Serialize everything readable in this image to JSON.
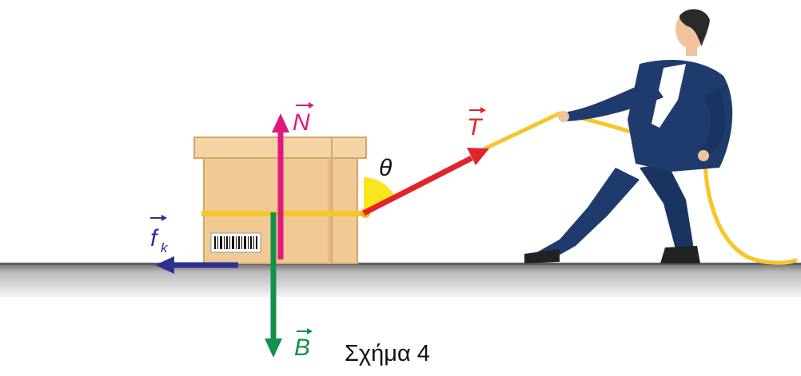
{
  "figure": {
    "caption": "Σχήμα 4",
    "angle_label": "θ",
    "forces": [
      {
        "symbol": "N",
        "subscript": "",
        "color": "#e0197d"
      },
      {
        "symbol": "T",
        "subscript": "",
        "color": "#e3232a"
      },
      {
        "symbol": "f",
        "subscript": "k",
        "color": "#2e3190"
      },
      {
        "symbol": "B",
        "subscript": "",
        "color": "#13904a"
      }
    ],
    "colors": {
      "ground": "#9a9a9a",
      "box": "#f1c994",
      "rope": "#f5c62a",
      "angle_arc": "#f8e71c",
      "suit": "#1f3b6e"
    }
  }
}
